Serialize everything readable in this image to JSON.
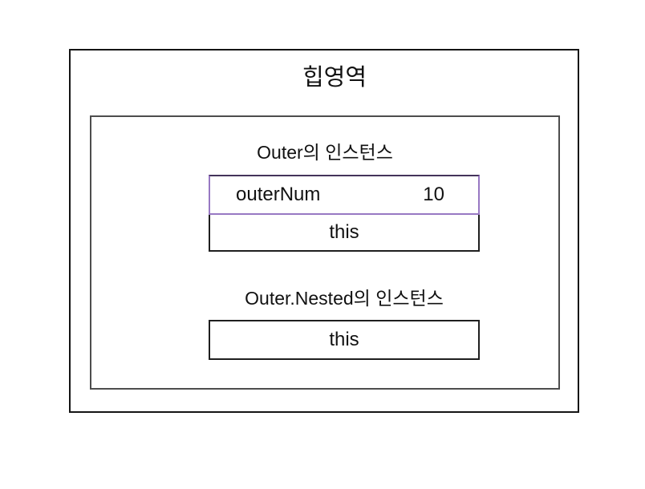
{
  "diagram": {
    "heap": {
      "title": "힙영역"
    },
    "outer_instance": {
      "label": "Outer의 인스턴스",
      "fields": [
        {
          "name": "outerNum",
          "value": "10",
          "highlighted": true
        },
        {
          "name": "this",
          "highlighted": false
        }
      ]
    },
    "nested_instance": {
      "label": "Outer.Nested의 인스턴스",
      "fields": [
        {
          "name": "this",
          "highlighted": false
        }
      ]
    },
    "colors": {
      "background": "#ffffff",
      "outer_border": "#151515",
      "inner_border": "#4d4d4d",
      "row_border": "#1f1f1f",
      "highlight_border": "#9878c3",
      "highlight_border_top": "#44335a",
      "text": "#111111"
    }
  }
}
